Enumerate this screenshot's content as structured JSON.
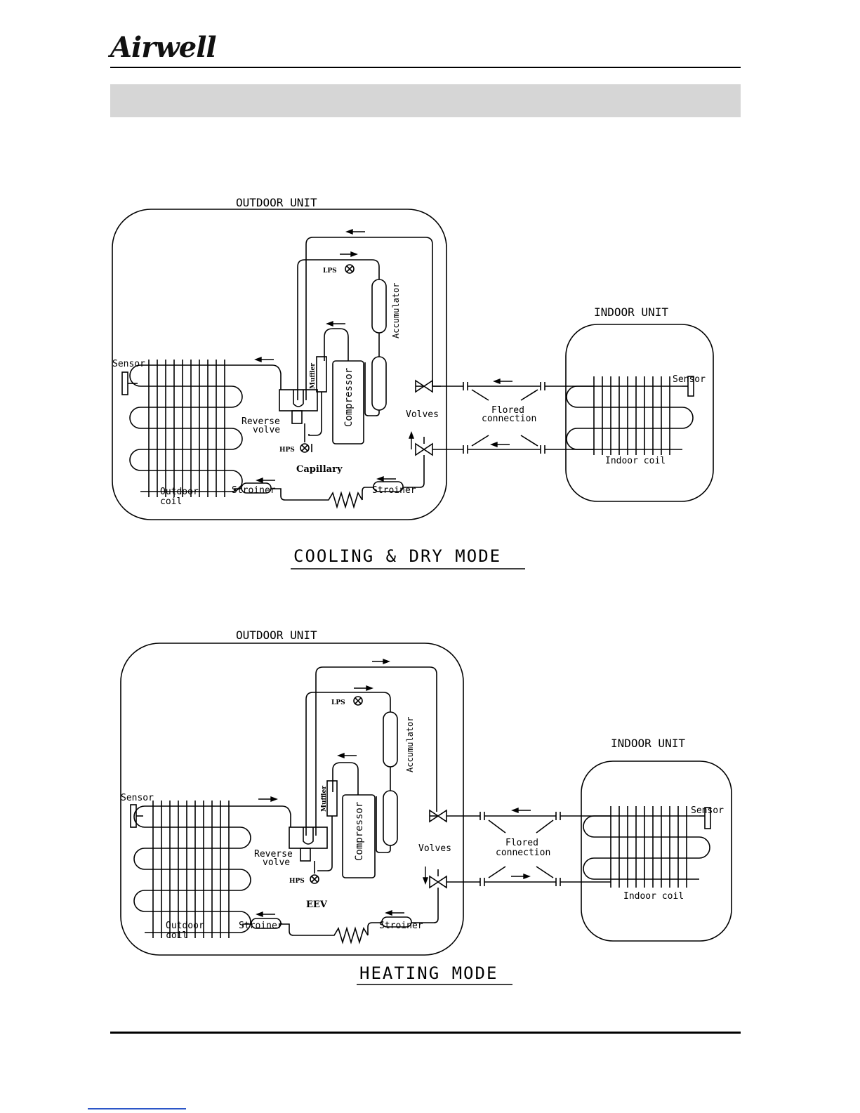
{
  "header": {
    "brand": "Airwell"
  },
  "diagrams": [
    {
      "id": "cooling",
      "mode_title": "COOLING & DRY MODE",
      "outdoor_label": "OUTDOOR UNIT",
      "indoor_label": "INDOOR UNIT",
      "sensor_outdoor": "Sensor",
      "sensor_indoor": "Sensor",
      "lps": "LPS",
      "hps": "HPS",
      "accumulator": "Accumulator",
      "muffler": "Muffler",
      "compressor": "Compressor",
      "reverse_valve_1": "Reverse",
      "reverse_valve_2": "volve",
      "valves": "Volves",
      "flared_1": "Flored",
      "flared_2": "connection",
      "expansion": "Capillary",
      "strainer_left": "Stroiner",
      "strainer_right": "Stroiner",
      "outdoor_coil_1": "Outdoor",
      "outdoor_coil_2": "coil",
      "indoor_coil": "Indoor coil"
    },
    {
      "id": "heating",
      "mode_title": "HEATING MODE",
      "outdoor_label": "OUTDOOR UNIT",
      "indoor_label": "INDOOR UNIT",
      "sensor_outdoor": "Sensor",
      "sensor_indoor": "Sensor",
      "lps": "LPS",
      "hps": "HPS",
      "accumulator": "Accumulator",
      "muffler": "Muffler",
      "compressor": "Compressor",
      "reverse_valve_1": "Reverse",
      "reverse_valve_2": "volve",
      "valves": "Volves",
      "flared_1": "Flored",
      "flared_2": "connection",
      "expansion": "EEV",
      "strainer_left": "Stroiner",
      "strainer_right": "Stroiner",
      "outdoor_coil_1": "Outdoor",
      "outdoor_coil_2": "coil",
      "indoor_coil": "Indoor coil"
    }
  ]
}
